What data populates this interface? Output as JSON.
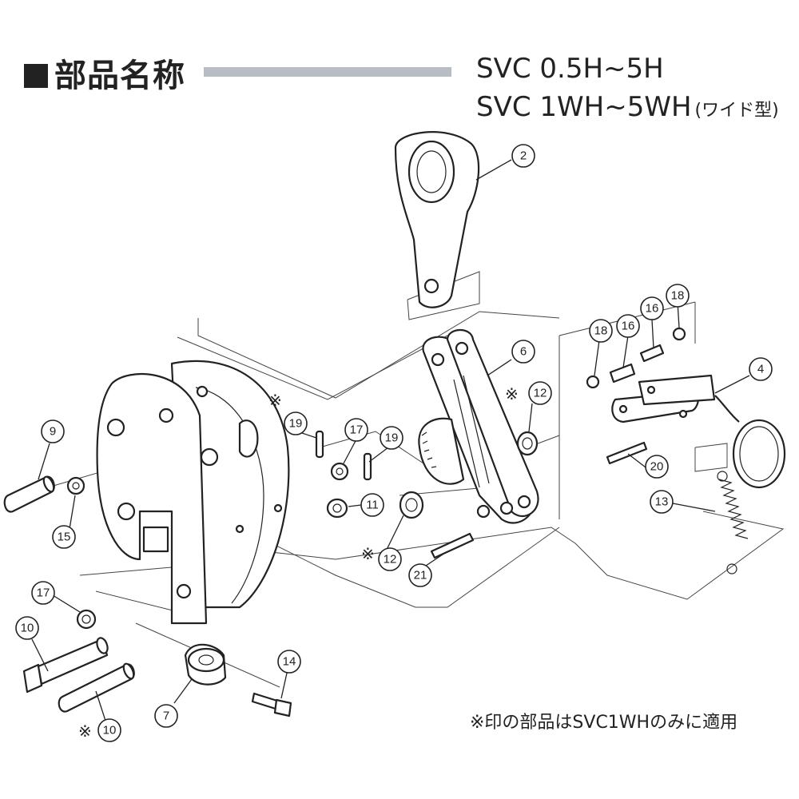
{
  "header": {
    "title": "部品名称",
    "model_line1": "SVC 0.5H~5H",
    "model_line2": "SVC 1WH~5WH",
    "model_line2_suffix": "(ワイド型)"
  },
  "footnote": "※印の部品はSVC1WHのみに適用",
  "callouts": [
    {
      "num": "2",
      "marked": false
    },
    {
      "num": "4",
      "marked": false
    },
    {
      "num": "6",
      "marked": false
    },
    {
      "num": "7",
      "marked": false
    },
    {
      "num": "9",
      "marked": false
    },
    {
      "num": "10",
      "marked": false
    },
    {
      "num": "10",
      "marked": true
    },
    {
      "num": "11",
      "marked": false
    },
    {
      "num": "12",
      "marked": true
    },
    {
      "num": "12",
      "marked": true
    },
    {
      "num": "13",
      "marked": false
    },
    {
      "num": "14",
      "marked": false
    },
    {
      "num": "15",
      "marked": false
    },
    {
      "num": "16",
      "marked": false
    },
    {
      "num": "16",
      "marked": false
    },
    {
      "num": "17",
      "marked": false
    },
    {
      "num": "17",
      "marked": false
    },
    {
      "num": "18",
      "marked": false
    },
    {
      "num": "18",
      "marked": false
    },
    {
      "num": "19",
      "marked": true
    },
    {
      "num": "19",
      "marked": false
    },
    {
      "num": "20",
      "marked": false
    },
    {
      "num": "21",
      "marked": false
    }
  ],
  "mark_symbol": "※",
  "colors": {
    "ink": "#222222",
    "rule": "#b8bcc4"
  }
}
